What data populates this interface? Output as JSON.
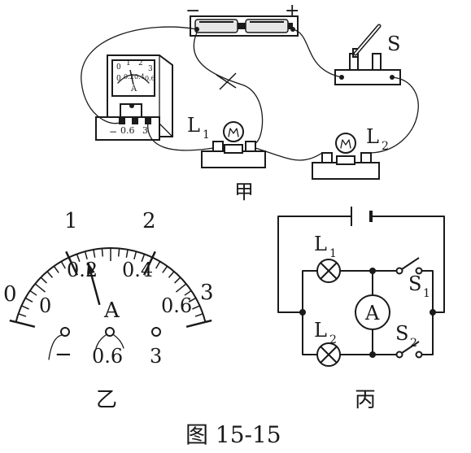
{
  "figure_caption": "图 15-15",
  "panels": {
    "jia": {
      "label": "甲",
      "battery_minus": "−",
      "battery_plus": "+",
      "switch_label": "S",
      "lamp1_label": "L",
      "lamp1_sub": "1",
      "lamp2_label": "L",
      "lamp2_sub": "2",
      "ammeter": {
        "scale_top": [
          "0",
          "1",
          "2",
          "3"
        ],
        "scale_bottom": [
          "0",
          "0.2",
          "0.4",
          "0.6"
        ],
        "unit": "A",
        "terminals": [
          "−",
          "0.6",
          "3"
        ]
      }
    },
    "yi": {
      "label": "乙",
      "upper_scale": [
        "0",
        "1",
        "2",
        "3"
      ],
      "lower_scale": [
        "0",
        "0.2",
        "0.4",
        "0.6"
      ],
      "unit": "A",
      "terminals": [
        "−",
        "0.6",
        "3"
      ],
      "pointer_fraction": 0.4
    },
    "bing": {
      "label": "丙",
      "lamp1": "L",
      "lamp1_sub": "1",
      "lamp2": "L",
      "lamp2_sub": "2",
      "switch1": "S",
      "switch1_sub": "1",
      "switch2": "S",
      "switch2_sub": "2",
      "ammeter_symbol": "A"
    }
  }
}
